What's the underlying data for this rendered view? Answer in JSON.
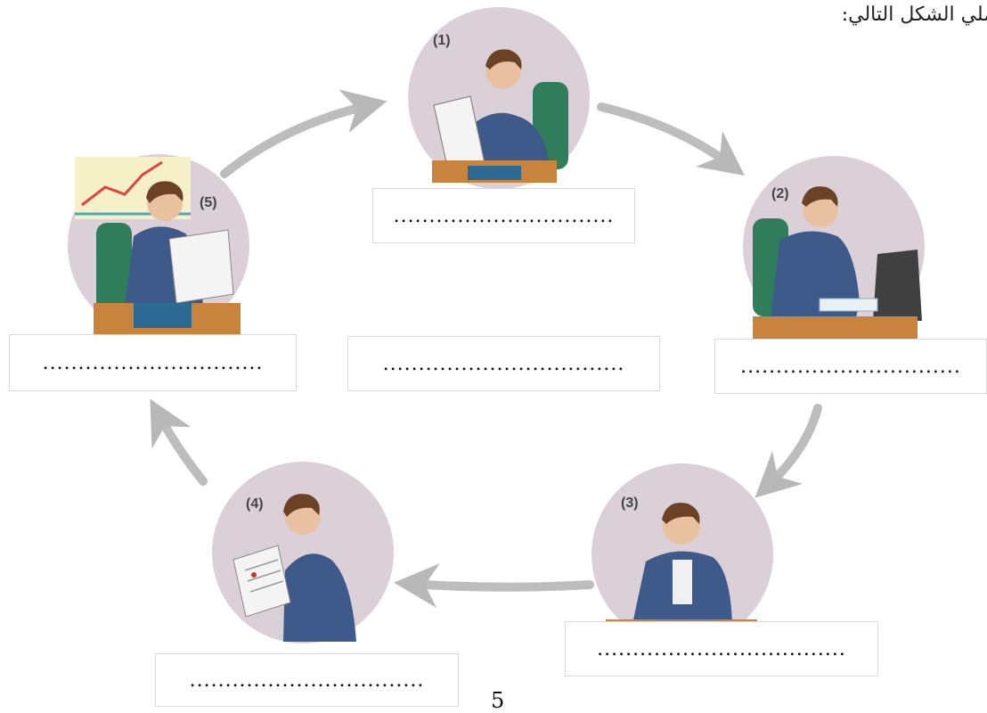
{
  "header": {
    "instruction": "ملي الشكل التالي:"
  },
  "steps": [
    {
      "number": "(1)",
      "answer": "..............................."
    },
    {
      "number": "(2)",
      "answer": "..............................."
    },
    {
      "number": "(3)",
      "answer": "..................................."
    },
    {
      "number": "(4)",
      "answer": "................................."
    },
    {
      "number": "(5)",
      "answer": "..............................."
    }
  ],
  "center_box": {
    "answer": ".................................."
  },
  "page_number": "5",
  "colors": {
    "circle_fill": "#dcd0d8",
    "arrow": "#b8b8b8",
    "suit": "#3d5a8a",
    "chair": "#2f7d5a",
    "box_border": "#d9d9d9"
  },
  "icons": [
    "businessman-reading-icon",
    "businessman-laptop-icon",
    "businessman-thinking-icon",
    "businessman-checklist-icon",
    "businessman-chart-icon"
  ]
}
